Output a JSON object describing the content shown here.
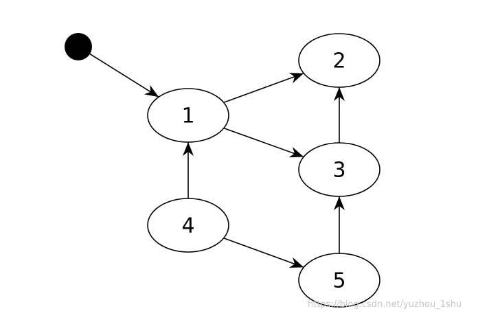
{
  "diagram": {
    "type": "directed-graph",
    "start": {
      "id": "start",
      "kind": "initial-state"
    },
    "nodes": [
      {
        "id": "n1",
        "label": "1"
      },
      {
        "id": "n2",
        "label": "2"
      },
      {
        "id": "n3",
        "label": "3"
      },
      {
        "id": "n4",
        "label": "4"
      },
      {
        "id": "n5",
        "label": "5"
      }
    ],
    "edges": [
      {
        "from": "start",
        "to": "n1"
      },
      {
        "from": "n1",
        "to": "n2"
      },
      {
        "from": "n1",
        "to": "n3"
      },
      {
        "from": "n3",
        "to": "n2"
      },
      {
        "from": "n4",
        "to": "n1"
      },
      {
        "from": "n4",
        "to": "n5"
      },
      {
        "from": "n5",
        "to": "n3"
      }
    ]
  },
  "watermark": "https://blog.csdn.net/yuzhou_1shu",
  "colors": {
    "stroke": "#000000",
    "fill": "#ffffff",
    "start_fill": "#000000",
    "watermark": "#c8c8c8"
  }
}
